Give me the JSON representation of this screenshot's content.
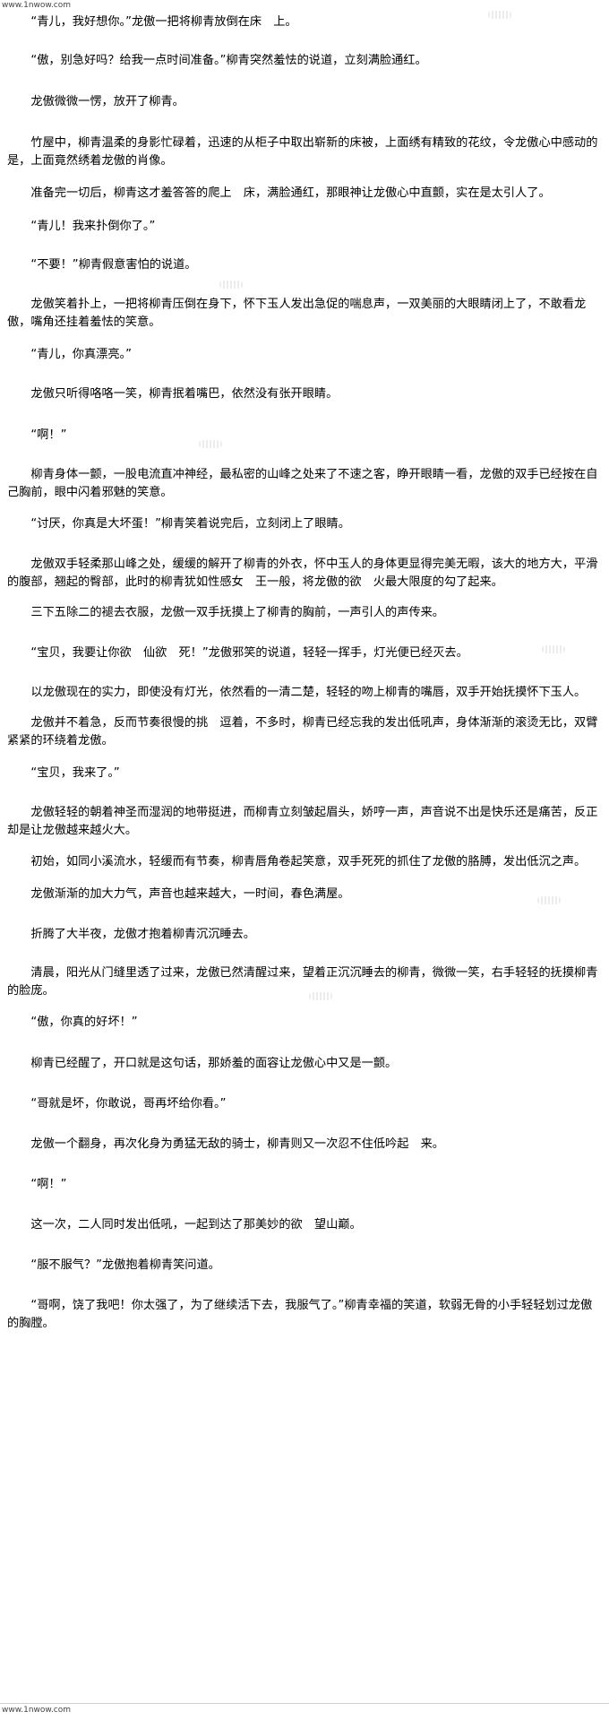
{
  "watermark": {
    "top": "www.1nwow.com",
    "bottom": "www.1nwow.com"
  },
  "paragraphs": [
    "“青儿，我好想你。”龙傲一把将柳青放倒在床　上。",
    "“傲，别急好吗？给我一点时间准备。”柳青突然羞怯的说道，立刻满脸通红。",
    "龙傲微微一愣，放开了柳青。",
    "竹屋中，柳青温柔的身影忙碌着，迅速的从柜子中取出崭新的床被，上面绣有精致的花纹，令龙傲心中感动的是，上面竟然绣着龙傲的肖像。",
    "准备完一切后，柳青这才羞答答的爬上　床，满脸通红，那眼神让龙傲心中直颤，实在是太引人了。",
    "“青儿！我来扑倒你了。”",
    "“不要！”柳青假意害怕的说道。",
    "龙傲笑着扑上，一把将柳青压倒在身下，怀下玉人发出急促的喘息声，一双美丽的大眼睛闭上了，不敢看龙傲，嘴角还挂着羞怯的笑意。",
    "“青儿，你真漂亮。”",
    "龙傲只听得咯咯一笑，柳青抿着嘴巴，依然没有张开眼睛。",
    "“啊！”",
    "柳青身体一颤，一股电流直冲神经，最私密的山峰之处来了不速之客，睁开眼睛一看，龙傲的双手已经按在自己胸前，眼中闪着邪魅的笑意。",
    "“讨厌，你真是大坏蛋！”柳青笑着说完后，立刻闭上了眼睛。",
    "龙傲双手轻柔那山峰之处，缓缓的解开了柳青的外衣，怀中玉人的身体更显得完美无暇，该大的地方大，平滑的腹部，翘起的臀部，此时的柳青犹如性感女　王一般，将龙傲的欲　火最大限度的勾了起来。",
    "三下五除二的褪去衣服，龙傲一双手抚摸上了柳青的胸前，一声引人的声传来。",
    "“宝贝，我要让你欲　仙欲　死！”龙傲邪笑的说道，轻轻一挥手，灯光便已经灭去。",
    "以龙傲现在的实力，即使没有灯光，依然看的一清二楚，轻轻的吻上柳青的嘴唇，双手开始抚摸怀下玉人。",
    "龙傲并不着急，反而节奏很慢的挑　逗着，不多时，柳青已经忘我的发出低吼声，身体渐渐的滚烫无比，双臂紧紧的环绕着龙傲。",
    "“宝贝，我来了。”",
    "龙傲轻轻的朝着神圣而湿润的地带挺进，而柳青立刻皱起眉头，娇哼一声，声音说不出是快乐还是痛苦，反正却是让龙傲越来越火大。",
    "初始，如同小溪流水，轻缓而有节奏，柳青唇角卷起笑意，双手死死的抓住了龙傲的胳膊，发出低沉之声。",
    "龙傲渐渐的加大力气，声音也越来越大，一时间，春色满屋。",
    "折腾了大半夜，龙傲才抱着柳青沉沉睡去。",
    "清晨，阳光从门缝里透了过来，龙傲已然清醒过来，望着正沉沉睡去的柳青，微微一笑，右手轻轻的抚摸柳青的脸庞。",
    "“傲，你真的好坏！”",
    "柳青已经醒了，开口就是这句话，那娇羞的面容让龙傲心中又是一颤。",
    "“哥就是坏，你敢说，哥再坏给你看。”",
    "龙傲一个翻身，再次化身为勇猛无敌的骑士，柳青则又一次忍不住低吟起　来。",
    "“啊！”",
    "这一次，二人同时发出低吼，一起到达了那美妙的欲　望山巅。",
    "“服不服气？”龙傲抱着柳青笑问道。",
    "“哥啊，饶了我吧！你太强了，为了继续活下去，我服气了。”柳青幸福的笑道，软弱无骨的小手轻轻划过龙傲的胸膛。"
  ]
}
